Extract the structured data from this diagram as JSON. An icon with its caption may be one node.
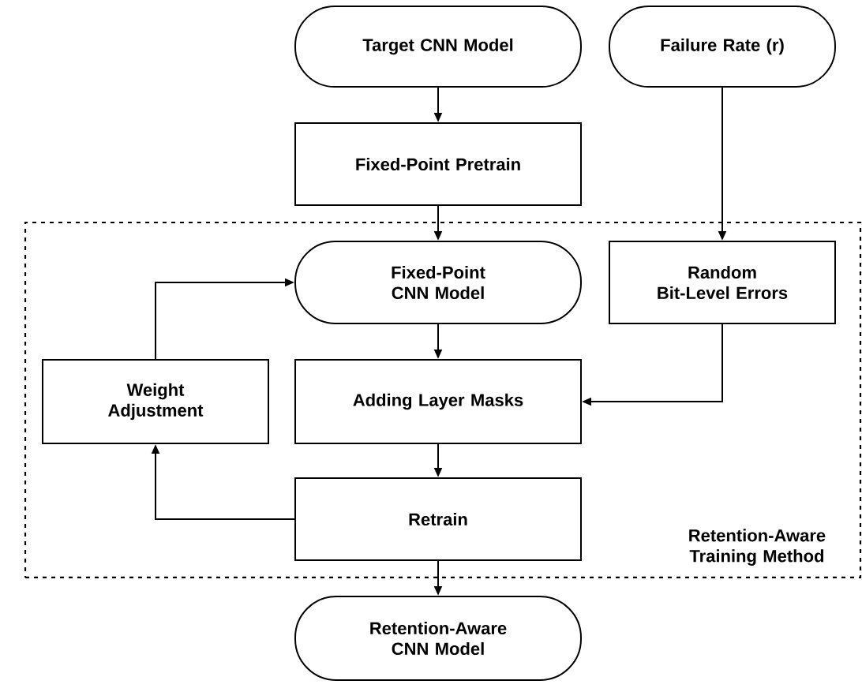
{
  "diagram": {
    "nodes": [
      {
        "text": [
          "Target CNN Model"
        ]
      },
      {
        "text": [
          "Failure Rate (r)"
        ]
      },
      {
        "text": [
          "Fixed-Point Pretrain"
        ]
      },
      {
        "text": [
          "Retention-Aware Training Method"
        ]
      },
      {
        "text": [
          "Fixed-Point CNN Model"
        ],
        "in": 3
      },
      {
        "text": [
          "Random Bit-Level Errors"
        ],
        "in": 3
      },
      {
        "text": [
          "Weight Adjustment"
        ],
        "in": 3
      },
      {
        "text": [
          "Adding Layer Masks"
        ],
        "in": 3
      },
      {
        "text": [
          "Retrain"
        ],
        "in": 3
      },
      {
        "text": [
          "Retention-Aware CNN Model"
        ]
      }
    ],
    "edges": [
      {
        "from": 0,
        "to": 2,
        "arrow": "to"
      },
      {
        "from": 2,
        "to": 4,
        "arrow": "to"
      },
      {
        "from": 1,
        "to": 5,
        "arrow": "to"
      },
      {
        "from": 4,
        "to": 7,
        "arrow": "to"
      },
      {
        "from": 5,
        "to": 7,
        "arrow": "to"
      },
      {
        "from": 7,
        "to": 8,
        "arrow": "to"
      },
      {
        "from": 8,
        "to": 6,
        "arrow": "to"
      },
      {
        "from": 6,
        "to": 4,
        "arrow": "to"
      },
      {
        "from": 8,
        "to": 9,
        "arrow": "to"
      }
    ]
  }
}
